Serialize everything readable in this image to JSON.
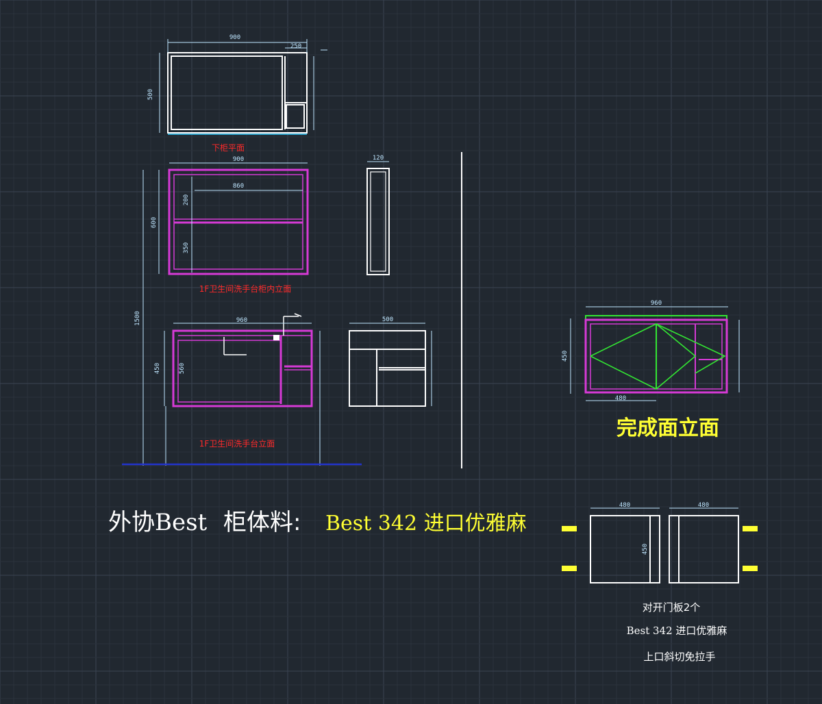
{
  "colors": {
    "background": "#212830",
    "grid_major": "#3a4452",
    "grid_minor": "#2a323c",
    "line": "#ffffff",
    "dim": "#bfe6ff",
    "magenta": "#d63ad6",
    "green": "#33e633",
    "red": "#ff2a2a",
    "yellow": "#ffff33",
    "blue": "#2233cc"
  },
  "labels": {
    "plan_title": "下柜平面",
    "inner_elevation_title": "1F卫生间洗手台柜内立面",
    "front_elevation_title": "1F卫生间洗手台立面",
    "finished_elevation_title": "完成面立面",
    "material_prefix": "外协Best",
    "material_label": "柜体料:",
    "material_value": "Best 342  进口优雅麻",
    "door_note_line1": "对开门板2个",
    "door_note_line2": "Best 342  进口优雅麻",
    "door_note_line3": "上口斜切免拉手"
  },
  "dimensions": {
    "plan_width": "900",
    "plan_side": "250",
    "plan_depth": "500",
    "inner_width": "900",
    "inner_height": "600",
    "inner_shelf": "860",
    "inner_upper": "200",
    "inner_lower": "350",
    "side_depth": "120",
    "front_width": "960",
    "front_height": "450",
    "front_inner": "560",
    "total_height": "1500",
    "side_view_width": "500",
    "finished_width": "960",
    "finished_height": "450",
    "finished_half": "480",
    "door_width_left": "480",
    "door_width_right": "480",
    "door_height": "450"
  }
}
